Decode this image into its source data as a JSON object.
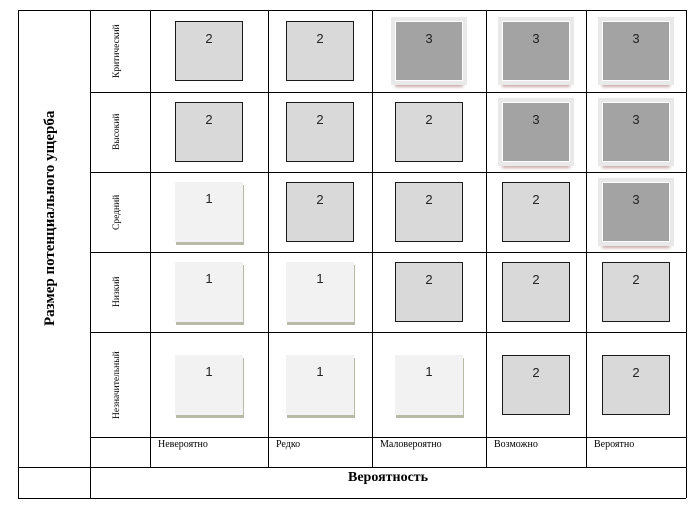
{
  "matrix": {
    "y_axis_title": "Размер потенциального ущерба",
    "x_axis_title": "Вероятность",
    "rows": [
      {
        "label": "Критический",
        "values": [
          2,
          2,
          3,
          3,
          3
        ]
      },
      {
        "label": "Высокий",
        "values": [
          2,
          2,
          2,
          3,
          3
        ]
      },
      {
        "label": "Средний",
        "values": [
          1,
          2,
          2,
          2,
          3
        ]
      },
      {
        "label": "Низкий",
        "values": [
          1,
          1,
          2,
          2,
          2
        ]
      },
      {
        "label": "Незначительный",
        "values": [
          1,
          1,
          1,
          2,
          2
        ]
      }
    ],
    "columns": [
      "Невероятно",
      "Редко",
      "Маловероятно",
      "Возможно",
      "Вероятно"
    ]
  }
}
